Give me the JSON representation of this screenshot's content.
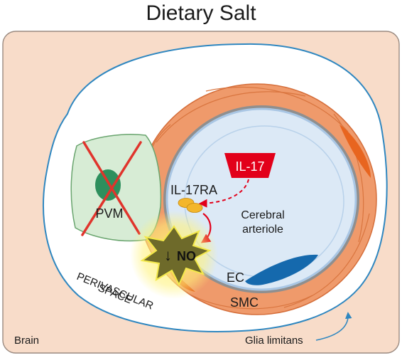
{
  "title": "Dietary Salt",
  "labels": {
    "brain": "Brain",
    "glia_limitans": "Glia limitans",
    "perivascular_space_line1": "PERIVASCULAR",
    "perivascular_space_line2": "SPACE",
    "pvm": "PVM",
    "il17": "IL-17",
    "il17ra": "IL-17RA",
    "cerebral_line1": "Cerebral",
    "cerebral_line2": "arteriole",
    "no_arrow": "↓",
    "no": "NO",
    "ec": "EC",
    "smc": "SMC"
  },
  "colors": {
    "background": "#f8dcc9",
    "outline_blue": "#2f87c0",
    "perivascular": "#ffffff",
    "smc": "#ef9a6b",
    "smc_dark": "#e8651f",
    "lumen": "#dce9f6",
    "lumen_edge": "#a9c6e4",
    "ec_nucleus": "#1569ad",
    "pvm_cell": "#d7ecd5",
    "pvm_edge": "#6aa56f",
    "pvm_nucleus": "#2e8f5d",
    "cross": "#e0342c",
    "il17_red": "#e2001a",
    "receptor": "#f3b62b",
    "burst": "#6e6a2a",
    "burst_glow": "#f3e84a"
  }
}
